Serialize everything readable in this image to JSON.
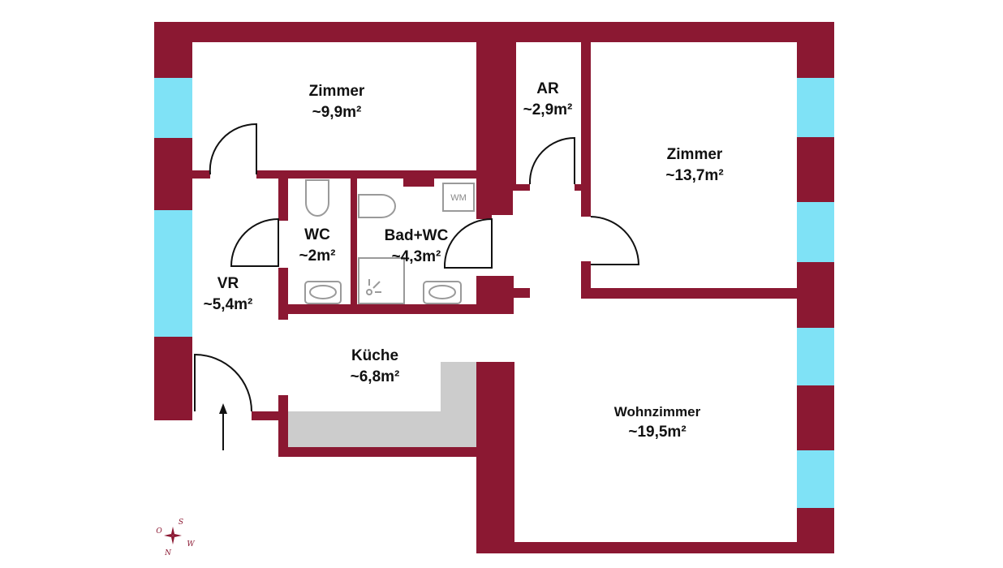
{
  "rooms": {
    "zimmer1": {
      "name": "Zimmer",
      "area": "~9,9m²"
    },
    "ar": {
      "name": "AR",
      "area": "~2,9m²"
    },
    "zimmer2": {
      "name": "Zimmer",
      "area": "~13,7m²"
    },
    "wc": {
      "name": "WC",
      "area": "~2m²"
    },
    "bad": {
      "name": "Bad+WC",
      "area": "~4,3m²"
    },
    "vr": {
      "name": "VR",
      "area": "~5,4m²"
    },
    "kueche": {
      "name": "Küche",
      "area": "~6,8m²"
    },
    "wohnzimmer": {
      "name": "Wohnzimmer",
      "area": "~19,5m²"
    }
  },
  "fixtures": {
    "washing_machine": "WM"
  },
  "compass": {
    "s": "S",
    "o": "O",
    "w": "W",
    "n": "N"
  },
  "colors": {
    "wall": "#8b1832",
    "window": "#7fe2f6",
    "counter": "#cccccc"
  },
  "icons": {
    "entrance": "entrance-arrow-icon",
    "compass": "compass-rose-icon"
  }
}
